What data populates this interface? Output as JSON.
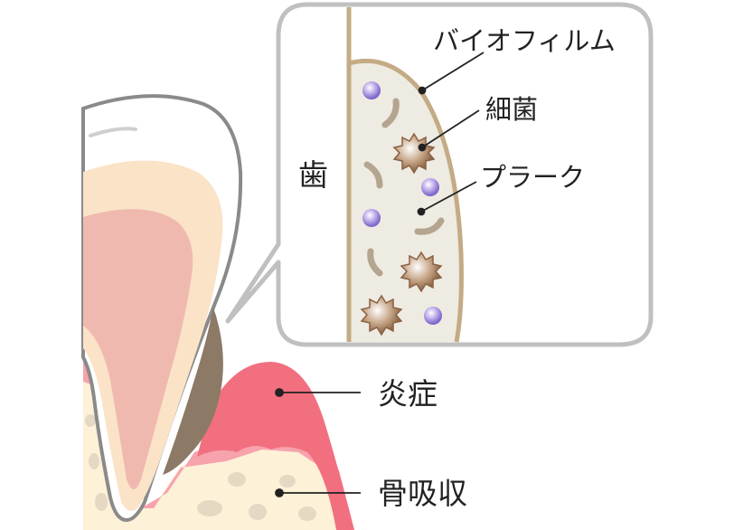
{
  "labels": {
    "tooth": "歯",
    "biofilm": "バイオフィルム",
    "bacteria": "細菌",
    "plaque": "プラーク",
    "inflammation": "炎症",
    "bone_resorption": "骨吸収"
  },
  "colors": {
    "outline": "#8a8a8a",
    "enamel": "#ffffff",
    "dentin": "#fbe3c8",
    "pulp": "#f0b9b0",
    "calculus": "#8c7a66",
    "gum": "#f26f80",
    "gum_light": "#f6a3ad",
    "bone": "#fdf1d8",
    "bone_pores": "#e5d9c4",
    "biofilm_border": "#c4ab85",
    "plaque_fill": "#eeebe2",
    "bacteria": "#a88060",
    "particle": "#9d86d6"
  }
}
